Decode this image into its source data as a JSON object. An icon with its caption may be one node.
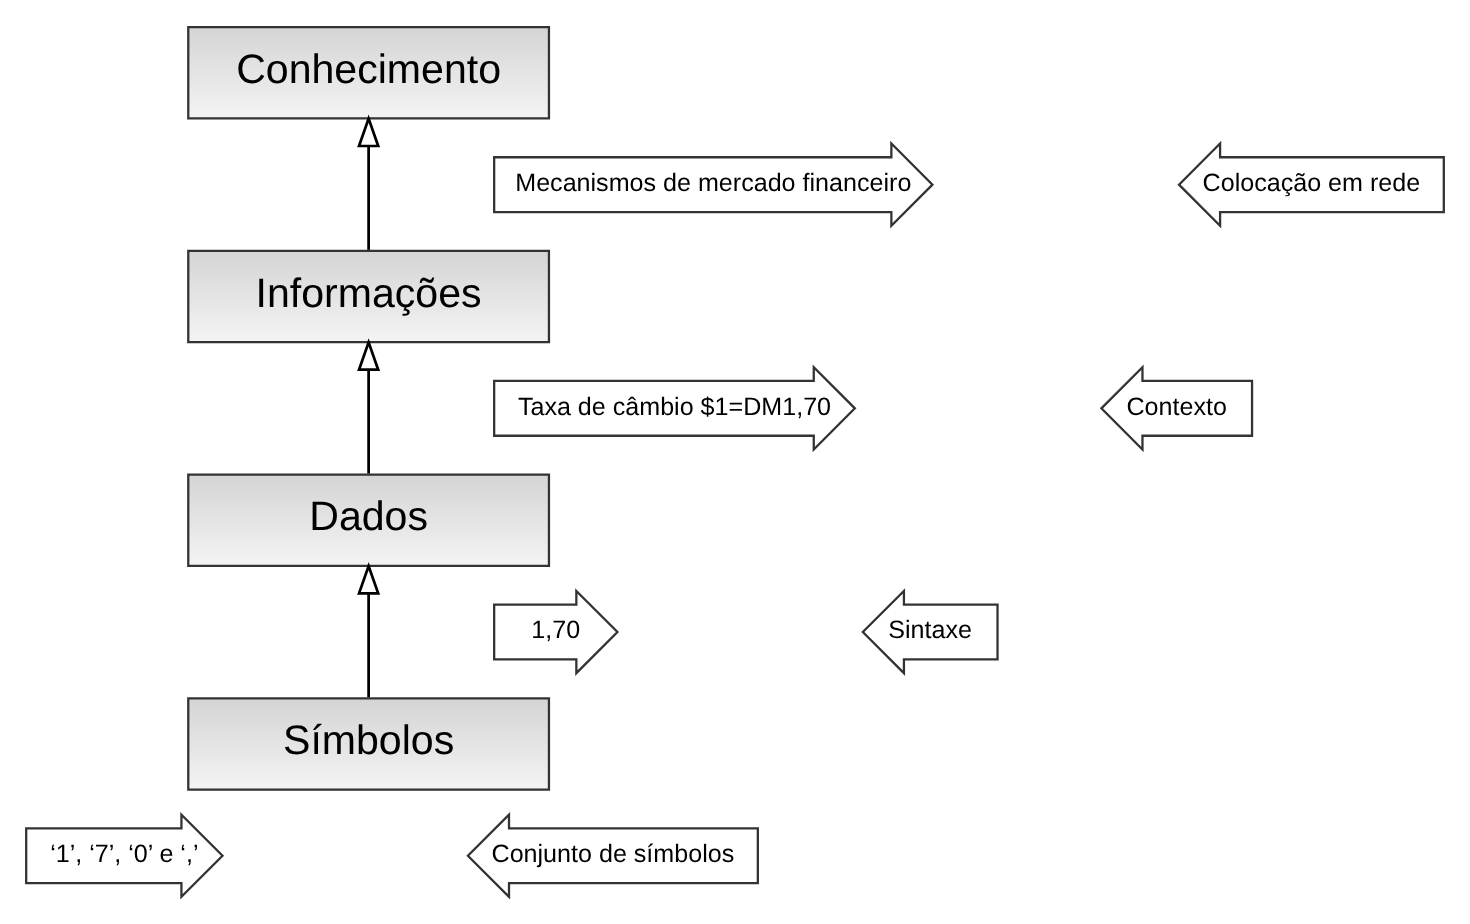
{
  "diagram": {
    "nodes": [
      {
        "text": [
          "Conhecimento"
        ]
      },
      {
        "text": [
          "Mecanismos de mercado financeiro"
        ]
      },
      {
        "text": [
          "Colocação em rede"
        ]
      },
      {
        "text": [
          "Informações"
        ]
      },
      {
        "text": [
          "Taxa de câmbio $1=DM1,70"
        ]
      },
      {
        "text": [
          "Contexto"
        ]
      },
      {
        "text": [
          "Dados"
        ]
      },
      {
        "text": [
          "1,70"
        ]
      },
      {
        "text": [
          "Sintaxe"
        ]
      },
      {
        "text": [
          "Símbolos"
        ]
      },
      {
        "text": [
          "‘1’, ‘7’, ‘0’ e ‘,’"
        ]
      },
      {
        "text": [
          "Conjunto de símbolos"
        ]
      }
    ],
    "edges": [
      {
        "from": 9,
        "to": 6,
        "arrow": "to"
      },
      {
        "from": 6,
        "to": 3,
        "arrow": "to"
      },
      {
        "from": 3,
        "to": 0,
        "arrow": "to"
      }
    ]
  }
}
